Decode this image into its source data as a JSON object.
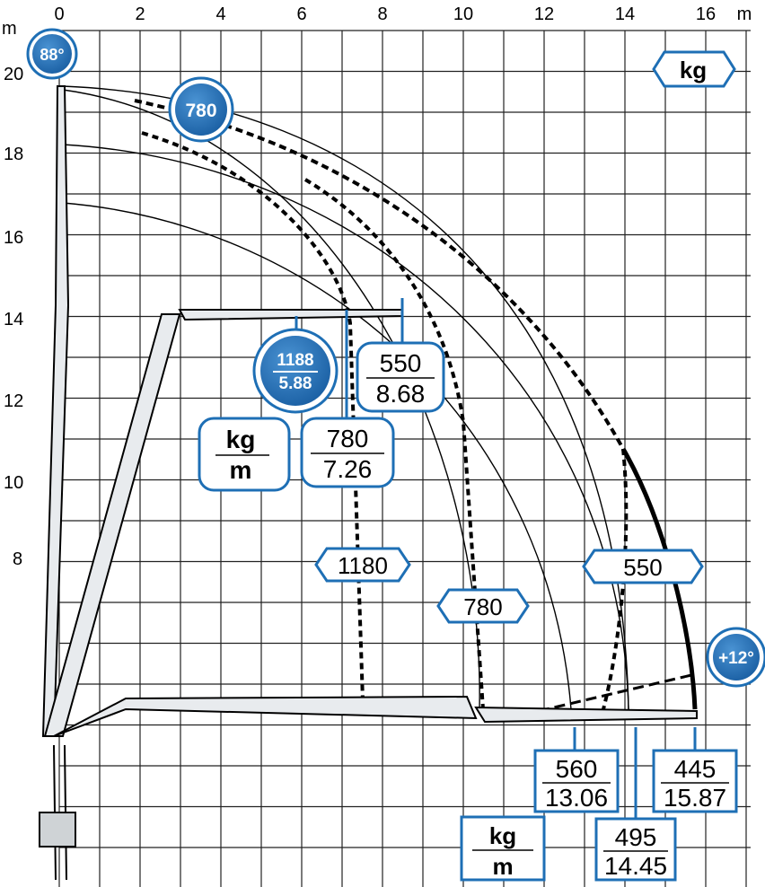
{
  "axes": {
    "x_unit": "m",
    "y_unit": "m",
    "x_ticks": [
      "0",
      "2",
      "4",
      "6",
      "8",
      "10",
      "12",
      "14",
      "16"
    ],
    "y_ticks": [
      "20",
      "18",
      "16",
      "14",
      "12",
      "10",
      "8"
    ]
  },
  "badges": {
    "max_angle": "88°",
    "top_load": "780",
    "min_angle": "+12°",
    "inner_load": {
      "kg": "1188",
      "m": "5.88"
    }
  },
  "legend": {
    "top_unit": "kg",
    "mid_unit": {
      "kg": "kg",
      "m": "m"
    },
    "bottom_unit": {
      "kg": "kg",
      "m": "m"
    }
  },
  "load_boxes": {
    "a": {
      "kg": "550",
      "m": "8.68"
    },
    "b": {
      "kg": "780",
      "m": "7.26"
    },
    "c": {
      "kg": "560",
      "m": "13.06"
    },
    "d": {
      "kg": "495",
      "m": "14.45"
    },
    "e": {
      "kg": "445",
      "m": "15.87"
    }
  },
  "curve_labels": {
    "c1180": "1180",
    "c780": "780",
    "c550": "550"
  },
  "colors": {
    "accent_blue": "#1e6fb5",
    "grid": "#222222",
    "curve": "#000000"
  }
}
